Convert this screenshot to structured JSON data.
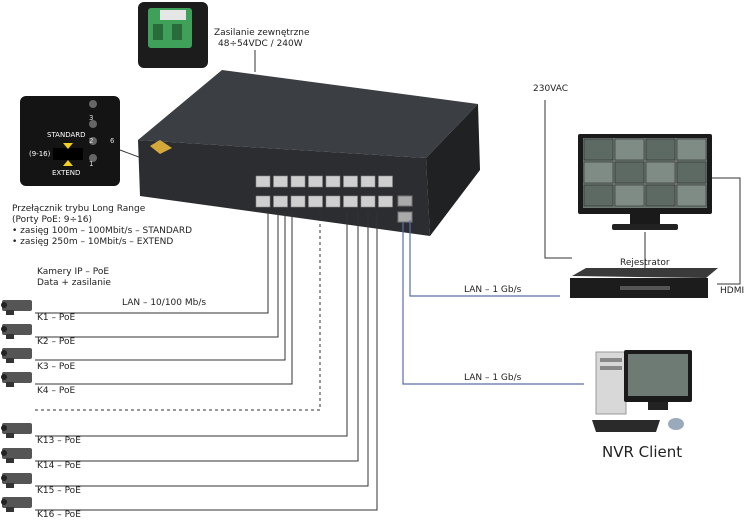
{
  "power": {
    "line1": "Zasilanie zewnętrzne",
    "line2": "48÷54VDC / 240W"
  },
  "switch_zoom": {
    "standard": "STANDARD",
    "extend": "EXTEND",
    "range": "(9-16)",
    "num3": "3",
    "num2": "2",
    "num1": "1",
    "num6": "6"
  },
  "mode": {
    "title": "Przełącznik trybu Long Range",
    "ports": "(Porty PoE: 9÷16)",
    "item1": "• zasięg 100m – 100Mbit/s – STANDARD",
    "item2": "• zasięg 250m – 10Mbit/s – EXTEND"
  },
  "cameras_header": {
    "line1": "Kamery IP – PoE",
    "line2": "Data + zasilanie"
  },
  "lan_cameras": "LAN – 10/100 Mb/s",
  "cameras": [
    "K1 – PoE",
    "K2 – PoE",
    "K3 – PoE",
    "K4 – PoE",
    "K13 – PoE",
    "K14 – PoE",
    "K15 – PoE",
    "K16 – PoE"
  ],
  "ac": "230VAC",
  "recorder": "Rejestrator",
  "hdmi": "HDMI",
  "lan_uplink1": "LAN – 1 Gb/s",
  "lan_uplink2": "LAN – 1 Gb/s",
  "client": "NVR Client",
  "colors": {
    "switch_body": "#2b2d30",
    "line": "#333333",
    "uplink": "#5a6fa8"
  }
}
